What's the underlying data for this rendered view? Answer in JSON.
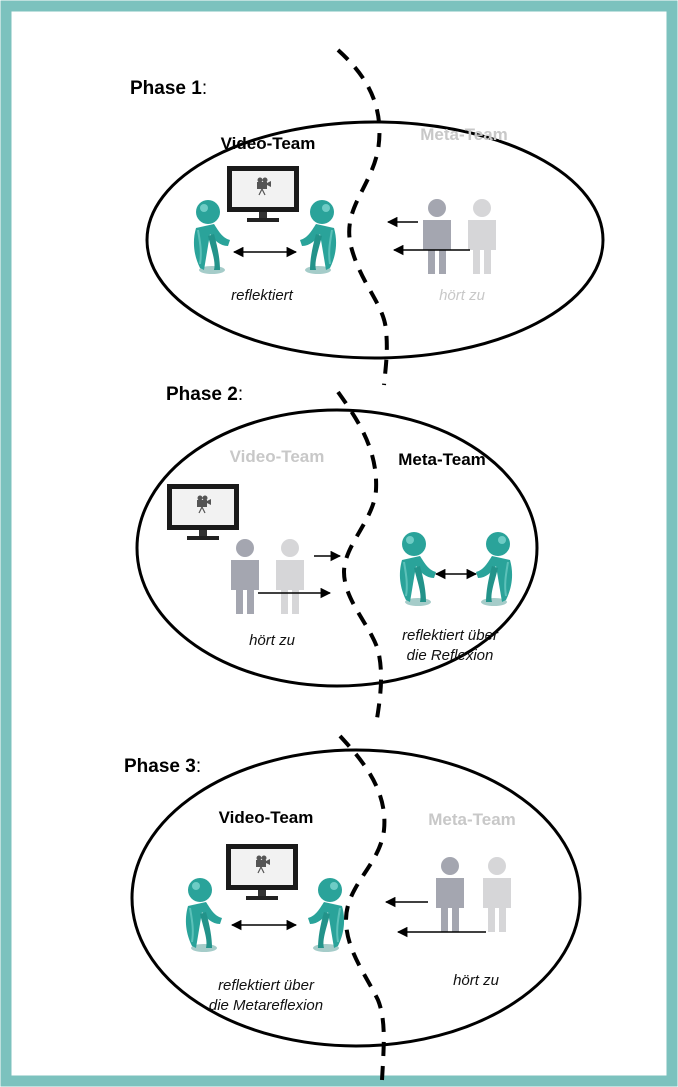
{
  "colors": {
    "frame": "#7cc2be",
    "teal_figure": "#2aa39a",
    "grey_dark": "#a4a6b0",
    "grey_light": "#d6d6d8",
    "muted_text": "#c8c8c8"
  },
  "phases": [
    {
      "title": "Phase 1",
      "colon": ":",
      "video_team": {
        "label": "Video-Team",
        "state": "active",
        "caption": "reflektiert"
      },
      "meta_team": {
        "label": "Meta-Team",
        "state": "muted",
        "caption": "hört zu"
      }
    },
    {
      "title": "Phase 2",
      "colon": ":",
      "video_team": {
        "label": "Video-Team",
        "state": "muted",
        "caption": "hört zu"
      },
      "meta_team": {
        "label": "Meta-Team",
        "state": "active",
        "caption_line1": "reflektiert über",
        "caption_line2": "die Reflexion"
      }
    },
    {
      "title": "Phase 3",
      "colon": ":",
      "video_team": {
        "label": "Video-Team",
        "state": "active",
        "caption_line1": "reflektiert über",
        "caption_line2": "die Metareflexion"
      },
      "meta_team": {
        "label": "Meta-Team",
        "state": "muted",
        "caption": "hört zu"
      }
    }
  ],
  "icons": [
    "video-camera-icon",
    "monitor-icon",
    "person-teal-icon",
    "person-grey-icon",
    "arrow-icon"
  ]
}
